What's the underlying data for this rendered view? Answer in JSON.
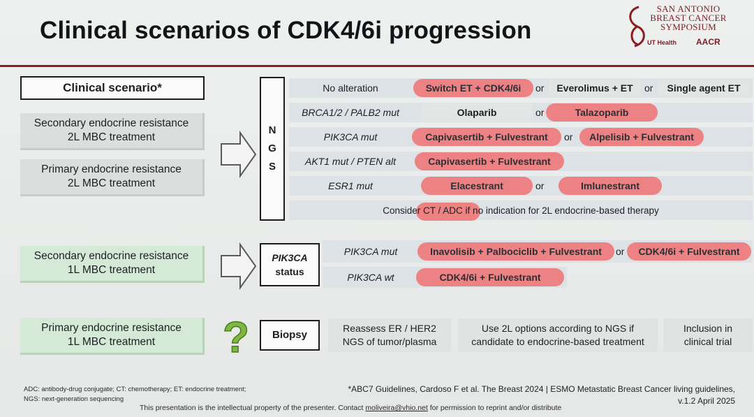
{
  "title": "Clinical scenarios of CDK4/6i progression",
  "logo": {
    "line1": "SAN ANTONIO",
    "line2": "BREAST CANCER",
    "line3": "SYMPOSIUM",
    "ut": "UT Health",
    "aacr": "AACR"
  },
  "left": {
    "header": "Clinical scenario*",
    "box1": [
      "Secondary endocrine resistance",
      "2L MBC treatment"
    ],
    "box2": [
      "Primary endocrine resistance",
      "2L MBC treatment"
    ],
    "box3": [
      "Secondary endocrine resistance",
      "1L MBC treatment"
    ],
    "box4": [
      "Primary endocrine resistance",
      "1L MBC treatment"
    ]
  },
  "middle": {
    "ngs": [
      "N",
      "G",
      "S"
    ],
    "pik3ca_status": [
      "PIK3CA",
      "status"
    ],
    "biopsy": "Biopsy",
    "question": "?"
  },
  "ngs_rows": [
    {
      "label": "No alteration",
      "italic": false
    },
    {
      "label": "BRCA1/2 / PALB2 mut",
      "italic": true
    },
    {
      "label": "PIK3CA mut",
      "italic": true
    },
    {
      "label": "AKT1 mut / PTEN alt",
      "italic": true
    },
    {
      "label": "ESR1 mut",
      "italic": true
    }
  ],
  "ngs_options": {
    "r1": {
      "a": "Switch ET + CDK4/6i",
      "or1": "or",
      "b": "Everolimus + ET",
      "or2": "or",
      "c": "Single agent ET"
    },
    "r2": {
      "a": "Olaparib",
      "or1": "or",
      "b": "Talazoparib"
    },
    "r3": {
      "a": "Capivasertib + Fulvestrant",
      "or1": "or",
      "b": "Alpelisib + Fulvestrant"
    },
    "r4": {
      "a": "Capivasertib + Fulvestrant"
    },
    "r5": {
      "a": "Elacestrant",
      "or1": "or",
      "b": "Imlunestrant"
    },
    "consider": "Consider CT / ADC if no indication for 2L endocrine-based therapy"
  },
  "pik_rows": {
    "mut_label": "PIK3CA mut",
    "mut_a": "Inavolisib + Palbociclib + Fulvestrant",
    "mut_or": "or",
    "mut_b": "CDK4/6i + Fulvestrant",
    "wt_label": "PIK3CA wt",
    "wt_a": "CDK4/6i + Fulvestrant"
  },
  "biopsy_row": {
    "reassess": [
      "Reassess ER / HER2",
      "NGS of tumor/plasma"
    ],
    "use2l": [
      "Use 2L options according to NGS if",
      "candidate to endocrine-based treatment"
    ],
    "inclusion": [
      "Inclusion in",
      "clinical trial"
    ]
  },
  "footer": {
    "abbr1": "ADC: antibody-drug conjugate; CT: chemotherapy; ET: endocrine treatment;",
    "abbr2": "NGS: next-generation sequencing",
    "ref": "*ABC7 Guidelines, Cardoso F et al. The Breast 2024 | ESMO Metastatic Breast Cancer living guidelines,",
    "version": "v.1.2 April 2025",
    "disclaimer_a": "This presentation is the intellectual property of the presenter. Contact",
    "email": "moliveira@vhio.net",
    "disclaimer_b": "for permission to reprint and/or distribute"
  },
  "colors": {
    "highlight": "#ee7a7b",
    "green_box": "#d4ead7",
    "grey_box": "#dcdedd",
    "accent_line": "#8a1c22"
  }
}
